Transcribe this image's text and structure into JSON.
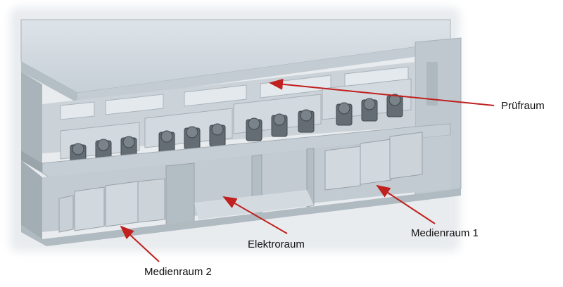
{
  "labels": {
    "pruefraum": "Prüfraum",
    "elektroraum": "Elektroraum",
    "medienraum_1": "Medienraum 1",
    "medienraum_2": "Medienraum 2"
  },
  "colors": {
    "arrow": "#c0201e",
    "wall_light": "#d6dde2",
    "wall_mid": "#b9c3ca",
    "wall_dark": "#8f9aa2",
    "floor": "#c9d2d8",
    "machine": "#5f686e"
  }
}
